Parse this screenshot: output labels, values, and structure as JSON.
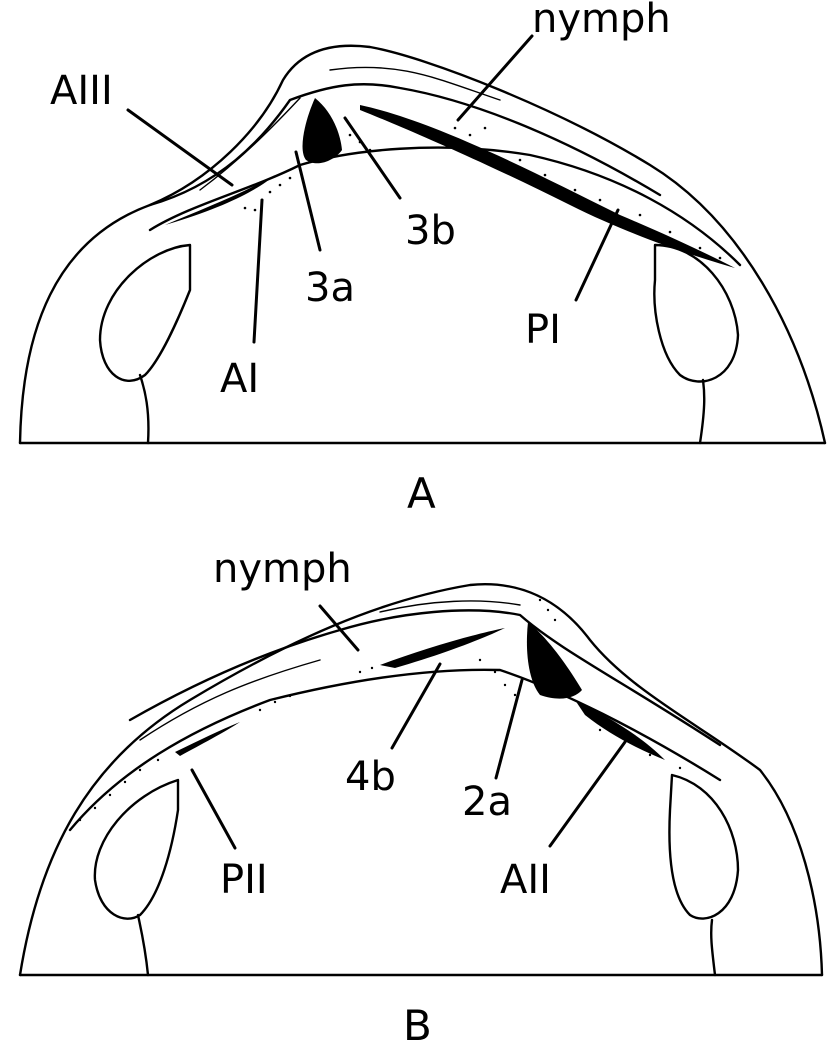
{
  "figure": {
    "panels": [
      {
        "id": "A",
        "caption": "A",
        "labels": {
          "nymph": "nymph",
          "aiii": "AIII",
          "three_b": "3b",
          "three_a": "3a",
          "ai": "AI",
          "pi": "PI"
        }
      },
      {
        "id": "B",
        "caption": "B",
        "labels": {
          "nymph": "nymph",
          "four_b": "4b",
          "two_a": "2a",
          "pii": "PII",
          "aii": "AII"
        }
      }
    ]
  },
  "colors": {
    "ink": "#000000",
    "paper": "#ffffff"
  }
}
